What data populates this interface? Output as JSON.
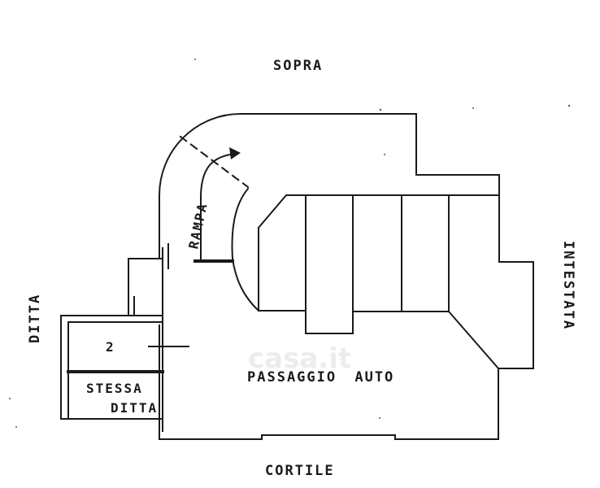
{
  "labels": {
    "top": "SOPRA",
    "bottom": "CORTILE",
    "left": "DITTA",
    "right": "INTESTATA",
    "ramp": "RAMPA",
    "main": "PASSAGGIO AUTO",
    "unit_number": "2",
    "adjacent_line1": "STESSA",
    "adjacent_line2": "DITTA"
  },
  "watermark": "casa.it"
}
